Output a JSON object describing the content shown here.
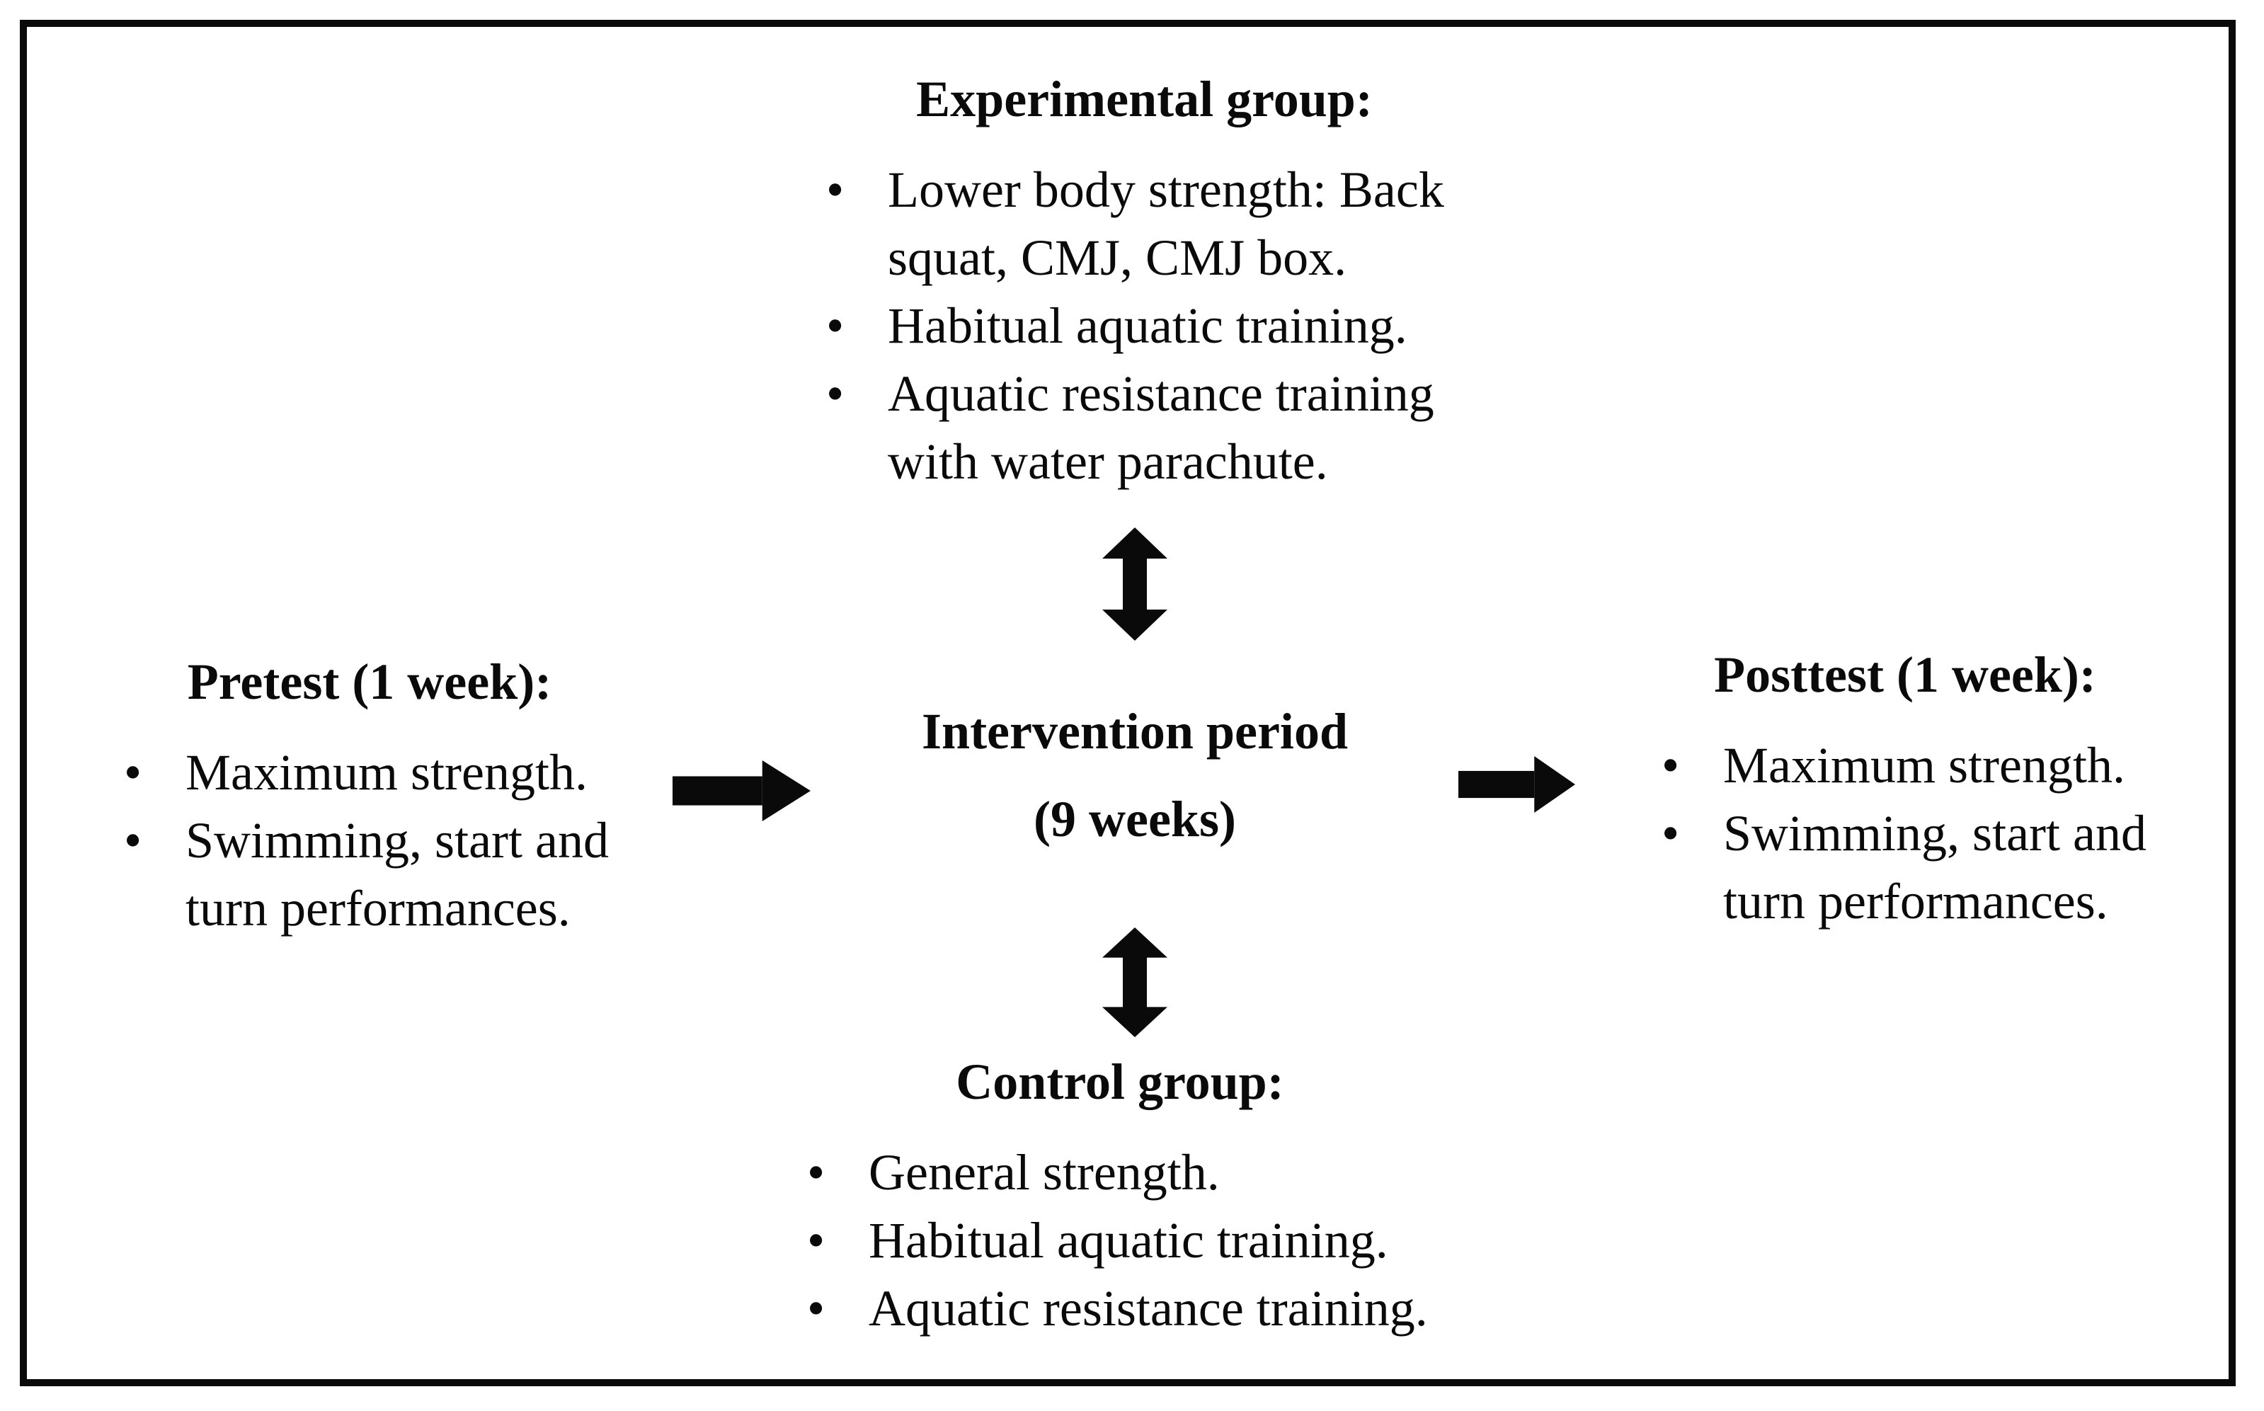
{
  "figure": {
    "colors": {
      "ink": "#0a0a0a",
      "background": "#ffffff"
    },
    "experimental_group": {
      "title": "Experimental group:",
      "items": [
        "Lower body strength: Back squat, CMJ, CMJ box.",
        "Habitual aquatic training.",
        "Aquatic resistance training with water parachute."
      ]
    },
    "pretest": {
      "title": "Pretest (1 week):",
      "items": [
        "Maximum strength.",
        "Swimming, start and turn performances."
      ]
    },
    "intervention": {
      "title": "Intervention period",
      "duration": "(9 weeks)"
    },
    "posttest": {
      "title": "Posttest (1 week):",
      "items": [
        "Maximum strength.",
        "Swimming, start and turn performances."
      ]
    },
    "control_group": {
      "title": "Control group:",
      "items": [
        "General strength.",
        "Habitual aquatic training.",
        "Aquatic resistance training."
      ]
    }
  }
}
